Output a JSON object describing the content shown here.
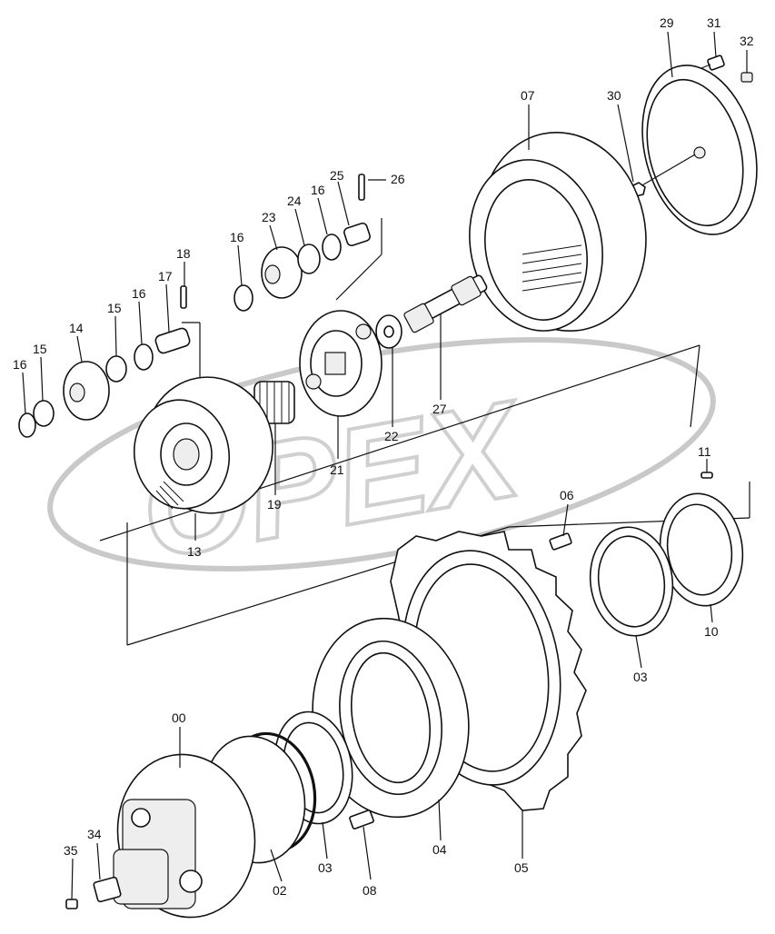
{
  "watermark": "OPEX",
  "corner_mark": "",
  "callouts": {
    "p00": "00",
    "p02": "02",
    "p03a": "03",
    "p03b": "03",
    "p04": "04",
    "p05": "05",
    "p06": "06",
    "p07": "07",
    "p08": "08",
    "p10": "10",
    "p11": "11",
    "p13": "13",
    "p14": "14",
    "p15a": "15",
    "p15b": "15",
    "p16a": "16",
    "p16b": "16",
    "p16c": "16",
    "p16d": "16",
    "p17": "17",
    "p18": "18",
    "p19": "19",
    "p21": "21",
    "p22": "22",
    "p23": "23",
    "p24": "24",
    "p25": "25",
    "p26": "26",
    "p27": "27",
    "p29": "29",
    "p30": "30",
    "p31": "31",
    "p32": "32",
    "p34": "34",
    "p35": "35"
  }
}
